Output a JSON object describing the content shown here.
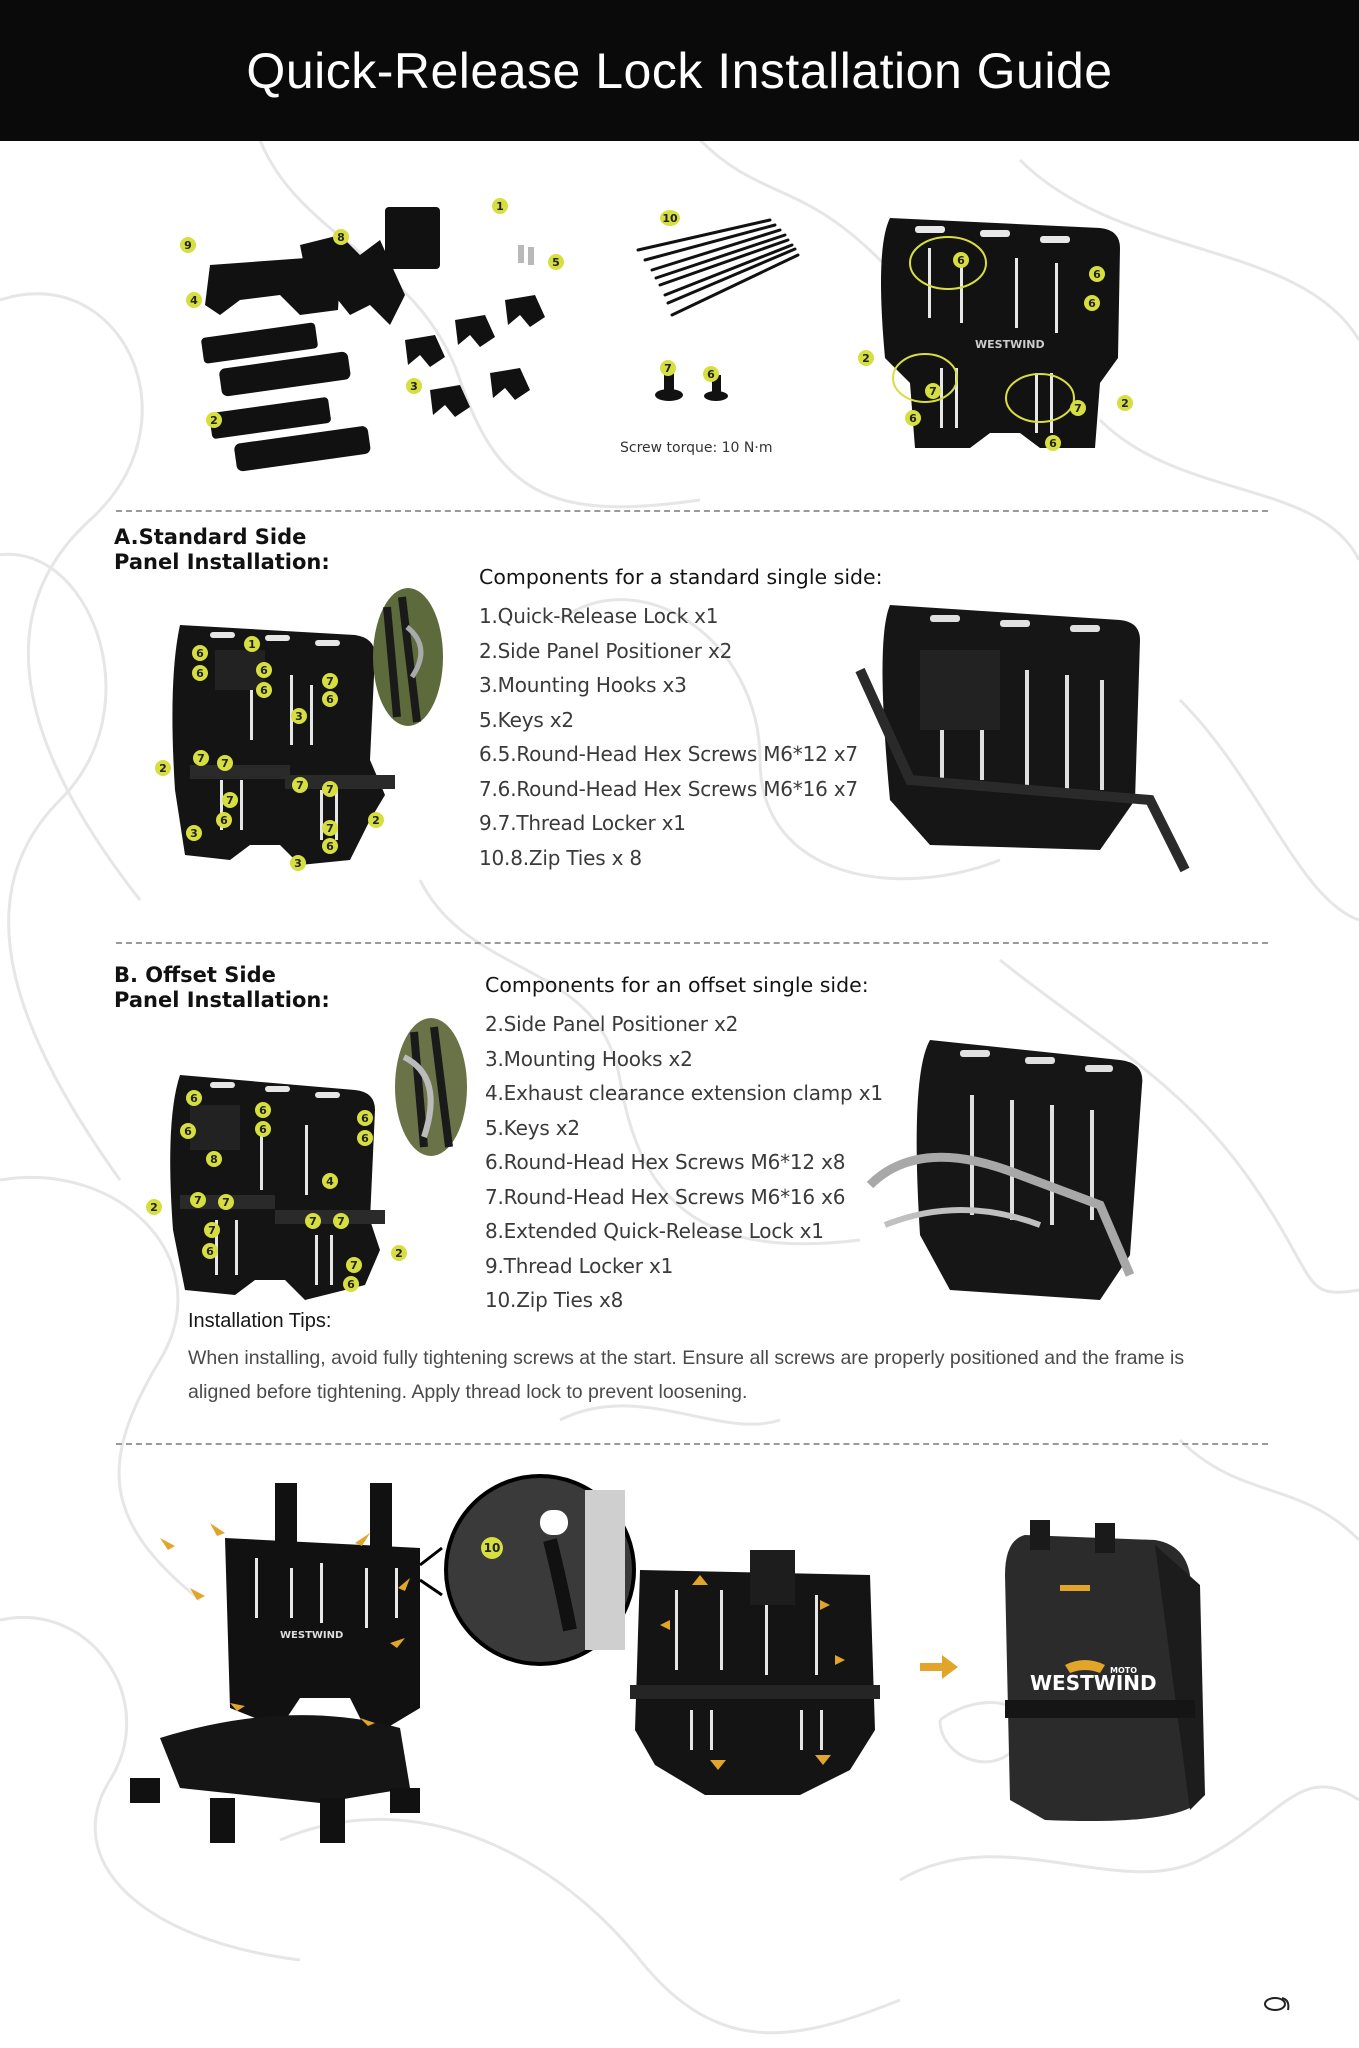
{
  "header": {
    "title": "Quick-Release Lock Installation Guide",
    "background": "#0a0a0a"
  },
  "parts_overview": {
    "torque_note": "Screw torque: 10 N·m",
    "parts_labels": [
      "1",
      "2",
      "3",
      "4",
      "5",
      "6",
      "7",
      "8",
      "9",
      "10"
    ],
    "plate_brand": "WESTWIND",
    "badge_color": "#d6df3f"
  },
  "section_a": {
    "title": "A.Standard Side\nPanel Installation:",
    "components_heading": "Components for a standard single side:",
    "components": [
      "1.Quick-Release Lock x1",
      "2.Side Panel Positioner x2",
      "3.Mounting Hooks x3",
      "5.Keys x2",
      "6.5.Round-Head Hex Screws M6*12 x7",
      "7.6.Round-Head Hex Screws M6*16 x7",
      "9.7.Thread Locker x1",
      "10.8.Zip Ties x 8"
    ]
  },
  "section_b": {
    "title": "B. Offset Side\nPanel Installation:",
    "components_heading": "Components for an offset single side:",
    "components": [
      "2.Side Panel Positioner x2",
      "3.Mounting Hooks x2",
      "4.Exhaust clearance extension clamp x1",
      "5.Keys x2",
      "6.Round-Head Hex Screws M6*12 x8",
      "7.Round-Head Hex Screws M6*16 x6",
      "8.Extended Quick-Release Lock x1",
      "9.Thread Locker x1",
      "10.Zip Ties x8"
    ]
  },
  "tips": {
    "title": "Installation Tips:",
    "body": "When installing, avoid fully tightening screws at the start. Ensure all screws are properly positioned and the frame is aligned before tightening. Apply thread lock to prevent loosening."
  },
  "final_section": {
    "zoom_callout_label": "10",
    "arrow_color": "#e0a52a",
    "bag_brand": "WESTWIND",
    "bag_brand_sub": "MOTO"
  },
  "footer": {
    "page_mark": "ɑ"
  }
}
